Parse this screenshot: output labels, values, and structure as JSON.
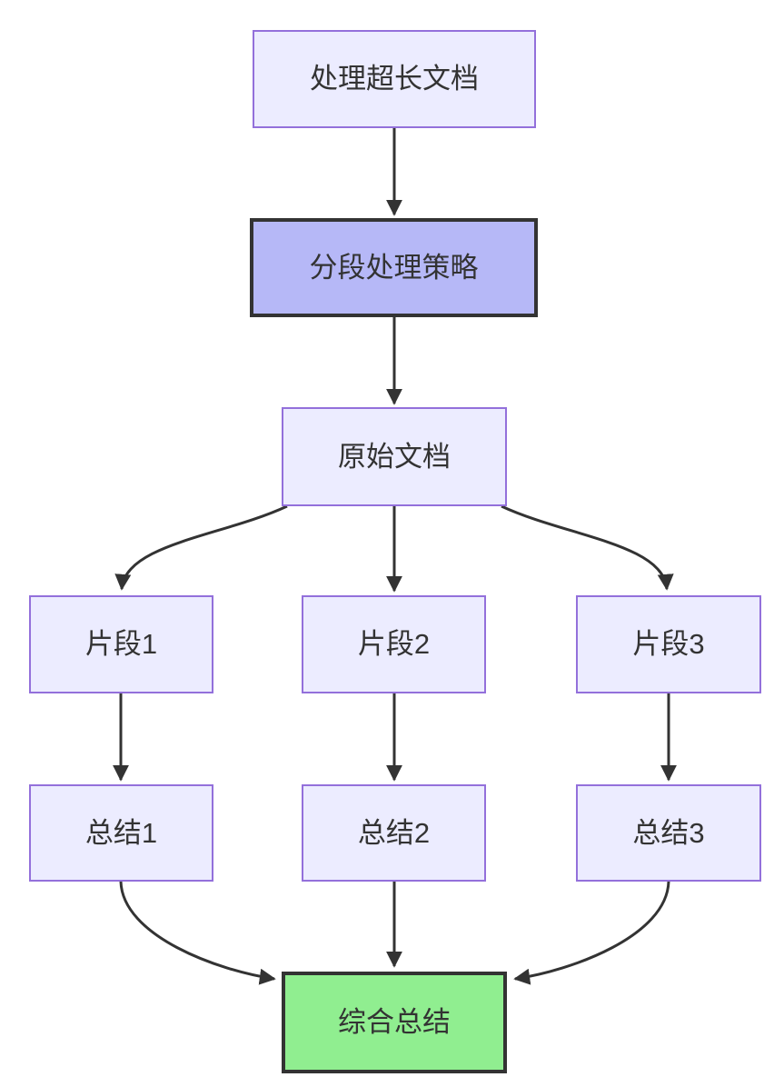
{
  "colors": {
    "node_fill": "#ECECFF",
    "node_border": "#9370DB",
    "highlight_fill": "#B6B8F7",
    "result_fill": "#90EE90",
    "dark_border": "#333333",
    "edge": "#333333",
    "text": "#333333"
  },
  "nodes": [
    {
      "id": "process-long-document",
      "label": "处理超长文档",
      "style": "default"
    },
    {
      "id": "segmentation-strategy",
      "label": "分段处理策略",
      "style": "highlight"
    },
    {
      "id": "original-document",
      "label": "原始文档",
      "style": "default"
    },
    {
      "id": "fragment-1",
      "label": "片段1",
      "style": "default"
    },
    {
      "id": "fragment-2",
      "label": "片段2",
      "style": "default"
    },
    {
      "id": "fragment-3",
      "label": "片段3",
      "style": "default"
    },
    {
      "id": "summary-1",
      "label": "总结1",
      "style": "default"
    },
    {
      "id": "summary-2",
      "label": "总结2",
      "style": "default"
    },
    {
      "id": "summary-3",
      "label": "总结3",
      "style": "default"
    },
    {
      "id": "final-summary",
      "label": "综合总结",
      "style": "result"
    }
  ],
  "edges": [
    {
      "from": "处理超长文档",
      "to": "分段处理策略"
    },
    {
      "from": "分段处理策略",
      "to": "原始文档"
    },
    {
      "from": "原始文档",
      "to": "片段1"
    },
    {
      "from": "原始文档",
      "to": "片段2"
    },
    {
      "from": "原始文档",
      "to": "片段3"
    },
    {
      "from": "片段1",
      "to": "总结1"
    },
    {
      "from": "片段2",
      "to": "总结2"
    },
    {
      "from": "片段3",
      "to": "总结3"
    },
    {
      "from": "总结1",
      "to": "综合总结"
    },
    {
      "from": "总结2",
      "to": "综合总结"
    },
    {
      "from": "总结3",
      "to": "综合总结"
    }
  ]
}
